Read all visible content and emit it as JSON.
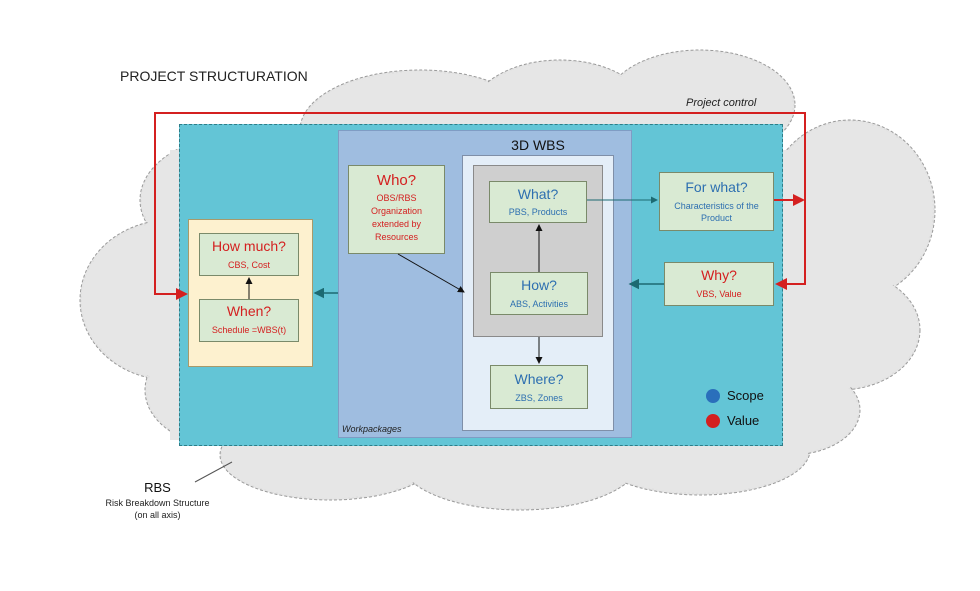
{
  "title": "PROJECT STRUCTURATION",
  "project_control": "Project control",
  "workpackages": "Workpackages",
  "wbs3d_title": "3D WBS",
  "who": {
    "title": "Who?",
    "sub": [
      "OBS/RBS",
      "Organization",
      "extended by",
      "Resources"
    ]
  },
  "what": {
    "title": "What?",
    "sub": "PBS, Products"
  },
  "how": {
    "title": "How?",
    "sub": "ABS, Activities"
  },
  "where": {
    "title": "Where?",
    "sub": "ZBS, Zones"
  },
  "forwhat": {
    "title": "For what?",
    "sub": [
      "Characteristics of the",
      "Product"
    ]
  },
  "why": {
    "title": "Why?",
    "sub": "VBS, Value"
  },
  "howmuch": {
    "title": "How much?",
    "sub": "CBS, Cost"
  },
  "when": {
    "title": "When?",
    "sub": "Schedule =WBS(t)"
  },
  "legend": [
    {
      "label": "Scope",
      "color": "#2a6fbb"
    },
    {
      "label": "Value",
      "color": "#d42020"
    }
  ],
  "rbs": {
    "title": "RBS",
    "sub": [
      "Risk Breakdown Structure",
      "(on all axis)"
    ]
  },
  "colors": {
    "teal": "#63c5d6",
    "blue_panel": "#9fbde0",
    "light_panel": "#e4eef8",
    "grey_panel": "#cfcfcf",
    "box": "#d9ead3",
    "yellow": "#fdf1cf",
    "red": "#d42020",
    "arrow": "#1c6a72"
  }
}
